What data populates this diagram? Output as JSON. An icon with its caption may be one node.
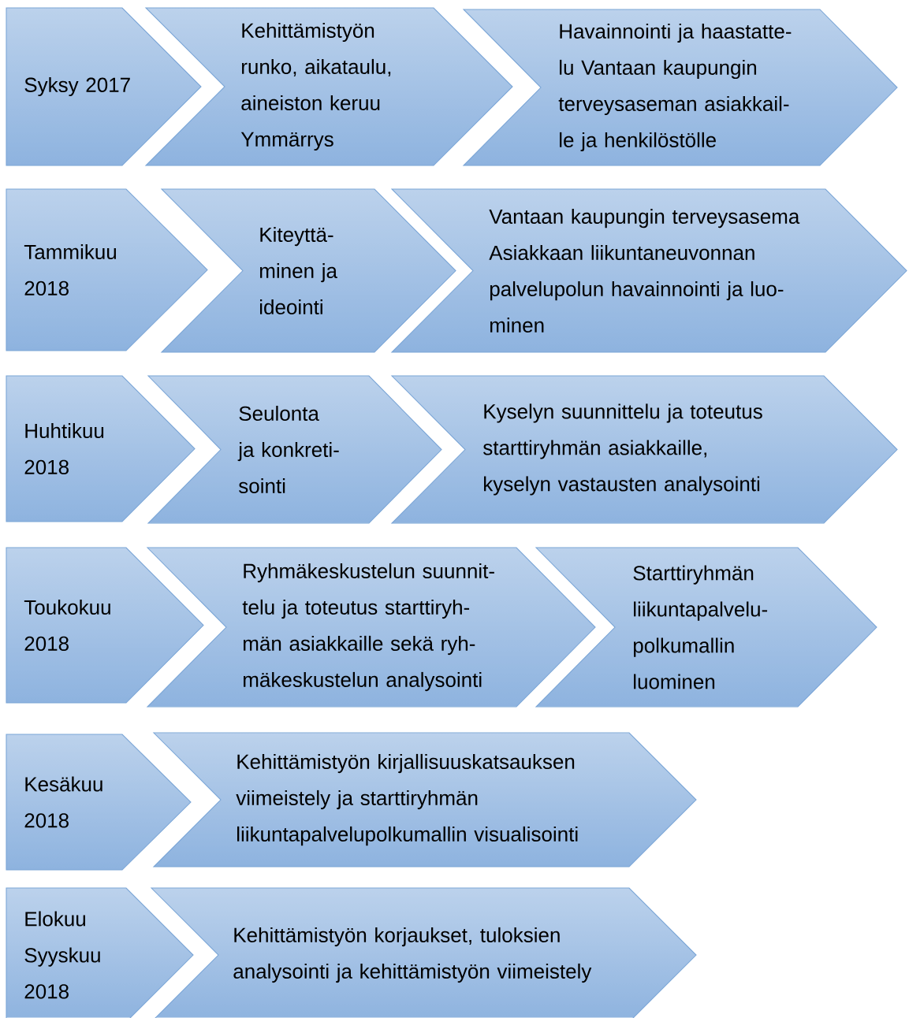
{
  "diagram": {
    "nodes": [
      {
        "text": [
          "Syksy 2017"
        ]
      },
      {
        "text": [
          "Kehittämistyön runko, aikataulu, aineiston keruu Ymmärrys"
        ]
      },
      {
        "text": [
          "Havainnointi ja haastatte- lu Vantaan kaupungin terveysaseman asiakkail- le ja henkilöstölle"
        ]
      },
      {
        "text": [
          "Tammikuu 2018"
        ]
      },
      {
        "text": [
          "Kiteyttä- minen ja ideointi"
        ]
      },
      {
        "text": [
          "Vantaan kaupungin terveysasema Asiakkaan liikuntaneuvonnan palvelupolun havainnointi ja luo- minen"
        ]
      },
      {
        "text": [
          "Huhtikuu 2018"
        ]
      },
      {
        "text": [
          "Seulonta ja konkreti- sointi"
        ]
      },
      {
        "text": [
          "Kyselyn suunnittelu ja toteutus starttiryhmän asiakkaille, kyselyn vastausten analysointi"
        ]
      },
      {
        "text": [
          "Toukokuu 2018"
        ]
      },
      {
        "text": [
          "Ryhmäkeskustelun suunnit- telu ja toteutus starttiryh- män asiakkaille sekä ryh- mäkeskustelun analysointi"
        ]
      },
      {
        "text": [
          "Starttiryhmän liikuntapalvelu- polkumallin luominen"
        ]
      },
      {
        "text": [
          "Kesäkuu 2018"
        ]
      },
      {
        "text": [
          "Kehittämistyön kirjallisuuskatsauksen viimeistely ja starttiryhmän liikuntapalvelupolkumallin visualisointi"
        ]
      },
      {
        "text": [
          "Elokuu Syyskuu 2018"
        ]
      },
      {
        "text": [
          "Kehittämistyön korjaukset, tuloksien analysointi ja kehittämistyön viimeistely"
        ]
      }
    ]
  }
}
